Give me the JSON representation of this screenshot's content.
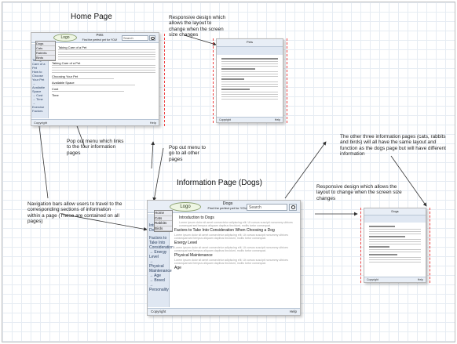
{
  "titles": {
    "home": "Home Page",
    "info": "Information Page (Dogs)"
  },
  "notes": {
    "responsive_top": "Responsive design which allows the layout to change when the screen size changes",
    "popout_left": "Pop out menu which links to the four information pages",
    "popout_center": "Pop out menu to go to all other pages",
    "navbars": "Navigation bars allow users to travel to the corresponding sections of information within a page (These are contained on all pages)",
    "other_pages": "The other three information pages (cats, rabbits and birds) will all have the same layout and function as the dogs page but will have different information",
    "responsive_bottom": "Responsive design which allows the layout to change when the screen size changes"
  },
  "home_mock": {
    "header_title": "Pets",
    "header_sub": "Find the perfect pet for YOU!",
    "search_placeholder": "Search",
    "logo": "Logo",
    "popout_items": [
      "Dogs",
      "Cats",
      "Rabbits",
      "Birds"
    ],
    "sidebar": [
      "Taking Care of a Pet",
      "How to Choose Your Pet",
      "→ Available Space",
      "→ Cost",
      "→ Time",
      "→ Exercise",
      "Factors"
    ],
    "headings": [
      "Taking Care of a Pet",
      "Choosing Your Pet",
      "Available Space",
      "Cost",
      "Time"
    ],
    "footer_left": "Copyright",
    "footer_right": "Help"
  },
  "info_mock": {
    "header_title": "Dogs",
    "header_sub": "Find the perfect pet for YOU!",
    "search_placeholder": "Search",
    "logo": "Logo",
    "popout_items": [
      "Home",
      "Cats",
      "Rabbits",
      "Birds"
    ],
    "sidebar": [
      "Intro to Dogs",
      "Factors to Take Into Consideration",
      "→ Energy Level",
      "→ Physical Maintenance",
      "→ Age",
      "→ Breed",
      "→ Personality"
    ],
    "headings": [
      "Introduction to Dogs",
      "Factors to Take Into Consideration When Choosing a Dog",
      "Energy Level",
      "Physical Maintenance",
      "Age"
    ],
    "body_text": "Lorem ipsum dolor sit amet consectetur adipiscing elit. Ut cursus suscipit nonummy ultrices consequat sed tempus aliquam dapibus tincidunt, mollis tortor consequat.",
    "footer_left": "Copyright",
    "footer_right": "Help"
  },
  "small_right_top": {
    "header_title": "Pets",
    "footer_left": "Copyright",
    "footer_right": "Help"
  },
  "small_right_bottom": {
    "header_title": "Dogs",
    "footer_left": "Copyright",
    "footer_right": "Help"
  }
}
